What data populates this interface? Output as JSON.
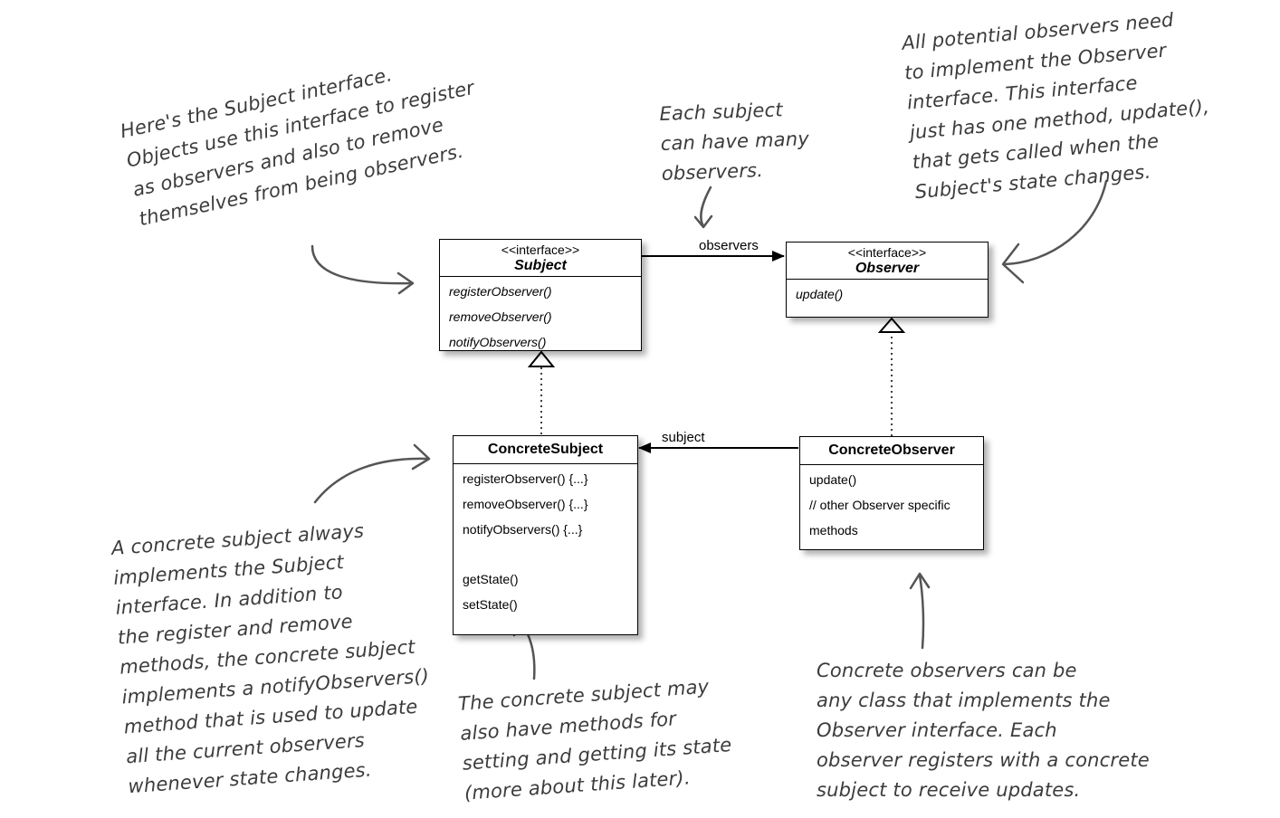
{
  "classes": {
    "subject": {
      "stereotype": "<<interface>>",
      "name": "Subject",
      "methods": [
        "registerObserver()",
        "removeObserver()",
        "notifyObservers()"
      ]
    },
    "observer": {
      "stereotype": "<<interface>>",
      "name": "Observer",
      "methods": [
        "update()"
      ]
    },
    "concrete_subject": {
      "name": "ConcreteSubject",
      "methods": [
        "registerObserver() {...}",
        "removeObserver() {...}",
        "notifyObservers() {...}",
        "getState()",
        "setState()"
      ]
    },
    "concrete_observer": {
      "name": "ConcreteObserver",
      "methods": [
        "update()",
        "// other Observer specific",
        "methods"
      ]
    }
  },
  "associations": {
    "observers_label": "observers",
    "subject_label": "subject"
  },
  "notes": {
    "subject_interface": [
      "Here's the Subject interface.",
      "Objects use this interface to register",
      "as observers and also to remove",
      "themselves from being observers."
    ],
    "many_observers": [
      "Each subject",
      "can have many",
      "observers."
    ],
    "observer_interface": [
      "All potential observers need",
      "to implement the Observer",
      "interface.  This interface",
      "just has one method, update(),",
      "that gets called when the",
      "Subject's state changes."
    ],
    "concrete_subject_note": [
      "A concrete subject always",
      "implements the Subject",
      "interface.  In addition to",
      "the register and remove",
      "methods, the concrete subject",
      "implements a notifyObservers()",
      "method that is used to update",
      "all the current observers",
      "whenever state changes."
    ],
    "state_methods_note": [
      "The concrete subject may",
      "also have methods for",
      "setting and getting its state",
      "(more about this later)."
    ],
    "concrete_observers_note": [
      "Concrete observers can be",
      "any class that implements the",
      "Observer interface.  Each",
      "observer registers with a concrete",
      "subject to receive updates."
    ]
  }
}
